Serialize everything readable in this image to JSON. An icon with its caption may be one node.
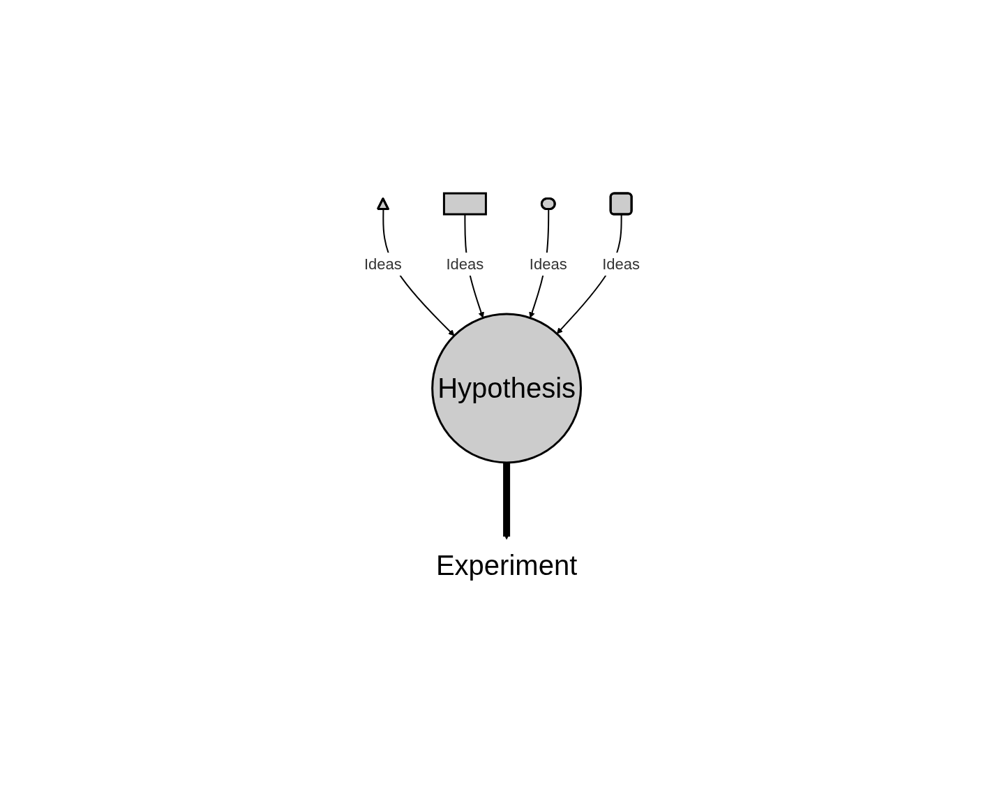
{
  "diagram": {
    "nodes": [
      {
        "text": [],
        "shape": "triangle"
      },
      {
        "text": [],
        "shape": "box"
      },
      {
        "text": [
          "Hypothesis"
        ]
      },
      {
        "text": [],
        "shape": "ellipse"
      },
      {
        "text": [],
        "shape": "rounded-box"
      },
      {
        "text": [
          "Experiment"
        ]
      }
    ],
    "edges": [
      {
        "from": 0,
        "to": 2,
        "arrow": "to",
        "label": "Ideas"
      },
      {
        "from": 1,
        "to": 2,
        "arrow": "to",
        "label": "Ideas"
      },
      {
        "from": 3,
        "to": 2,
        "arrow": "to",
        "label": "Ideas"
      },
      {
        "from": 4,
        "to": 2,
        "arrow": "to",
        "label": "Ideas"
      },
      {
        "from": 2,
        "to": 5,
        "arrow": "to",
        "style": "thick"
      }
    ]
  }
}
